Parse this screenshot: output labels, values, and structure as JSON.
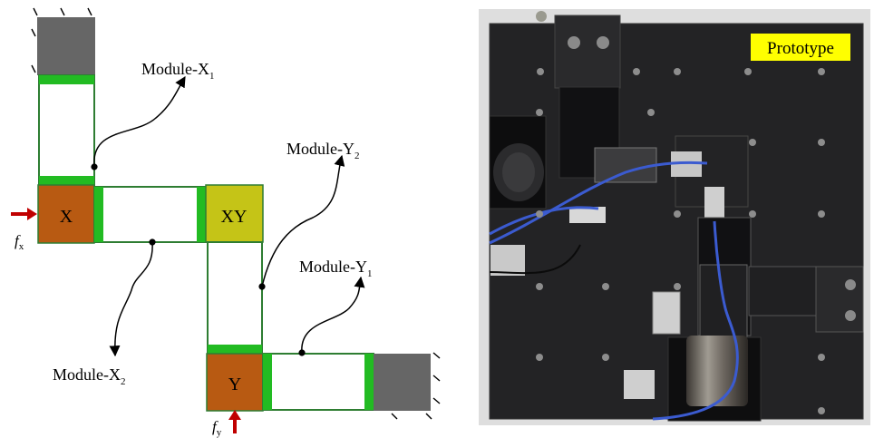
{
  "schematic": {
    "labels": {
      "module_x1": {
        "base": "Module-X",
        "sub": "1"
      },
      "module_x2": {
        "base": "Module-X",
        "sub": "2"
      },
      "module_y1": {
        "base": "Module-Y",
        "sub": "1"
      },
      "module_y2": {
        "base": "Module-Y",
        "sub": "2"
      },
      "block_x": "X",
      "block_xy": "XY",
      "block_y": "Y",
      "force_x": {
        "base": "f",
        "sub": "x"
      },
      "force_y": {
        "base": "f",
        "sub": "y"
      }
    },
    "colors": {
      "block_x": "#b85a12",
      "block_y": "#b85a12",
      "block_xy": "#c5c417",
      "fixed_ground": "#666666",
      "flexure_bar": "#22bb22",
      "frame_outline": "#2e7d32",
      "force_arrow": "#c00000"
    }
  },
  "photo": {
    "badge": "Prototype",
    "colors": {
      "badge_bg": "#ffff00",
      "plate": "#1c1c1e",
      "cable": "#3b5bd0"
    }
  }
}
